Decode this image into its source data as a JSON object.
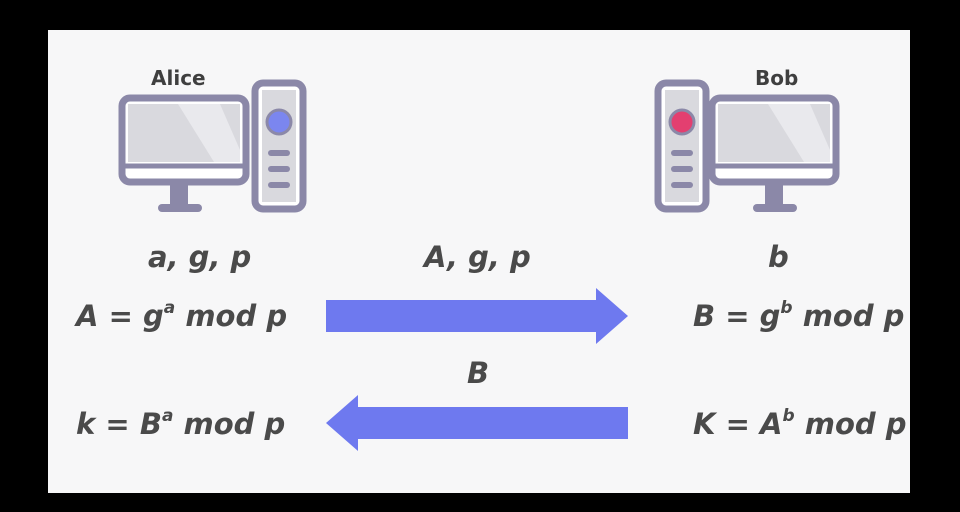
{
  "colors": {
    "frame": "#8b88a8",
    "screen": "#d9d9de",
    "alice_led": "#7b86ef",
    "bob_led": "#e33f70",
    "arrow": "#6e79ef",
    "text": "#4a4a4a"
  },
  "alice": {
    "name": "Alice",
    "params": "a, g, p",
    "public_key": {
      "lhs": "A",
      "eq": "=",
      "base": "g",
      "exp": "a",
      "tail": "mod p"
    },
    "shared_key": {
      "lhs": "k",
      "eq": "=",
      "base": "B",
      "exp": "a",
      "tail": "mod p"
    }
  },
  "bob": {
    "name": "Bob",
    "params": "b",
    "public_key": {
      "lhs": "B",
      "eq": "=",
      "base": "g",
      "exp": "b",
      "tail": "mod p"
    },
    "shared_key": {
      "lhs": "K",
      "eq": "=",
      "base": "A",
      "exp": "b",
      "tail": "mod p"
    }
  },
  "messages": {
    "to_bob": "A, g, p",
    "to_alice": "B"
  }
}
